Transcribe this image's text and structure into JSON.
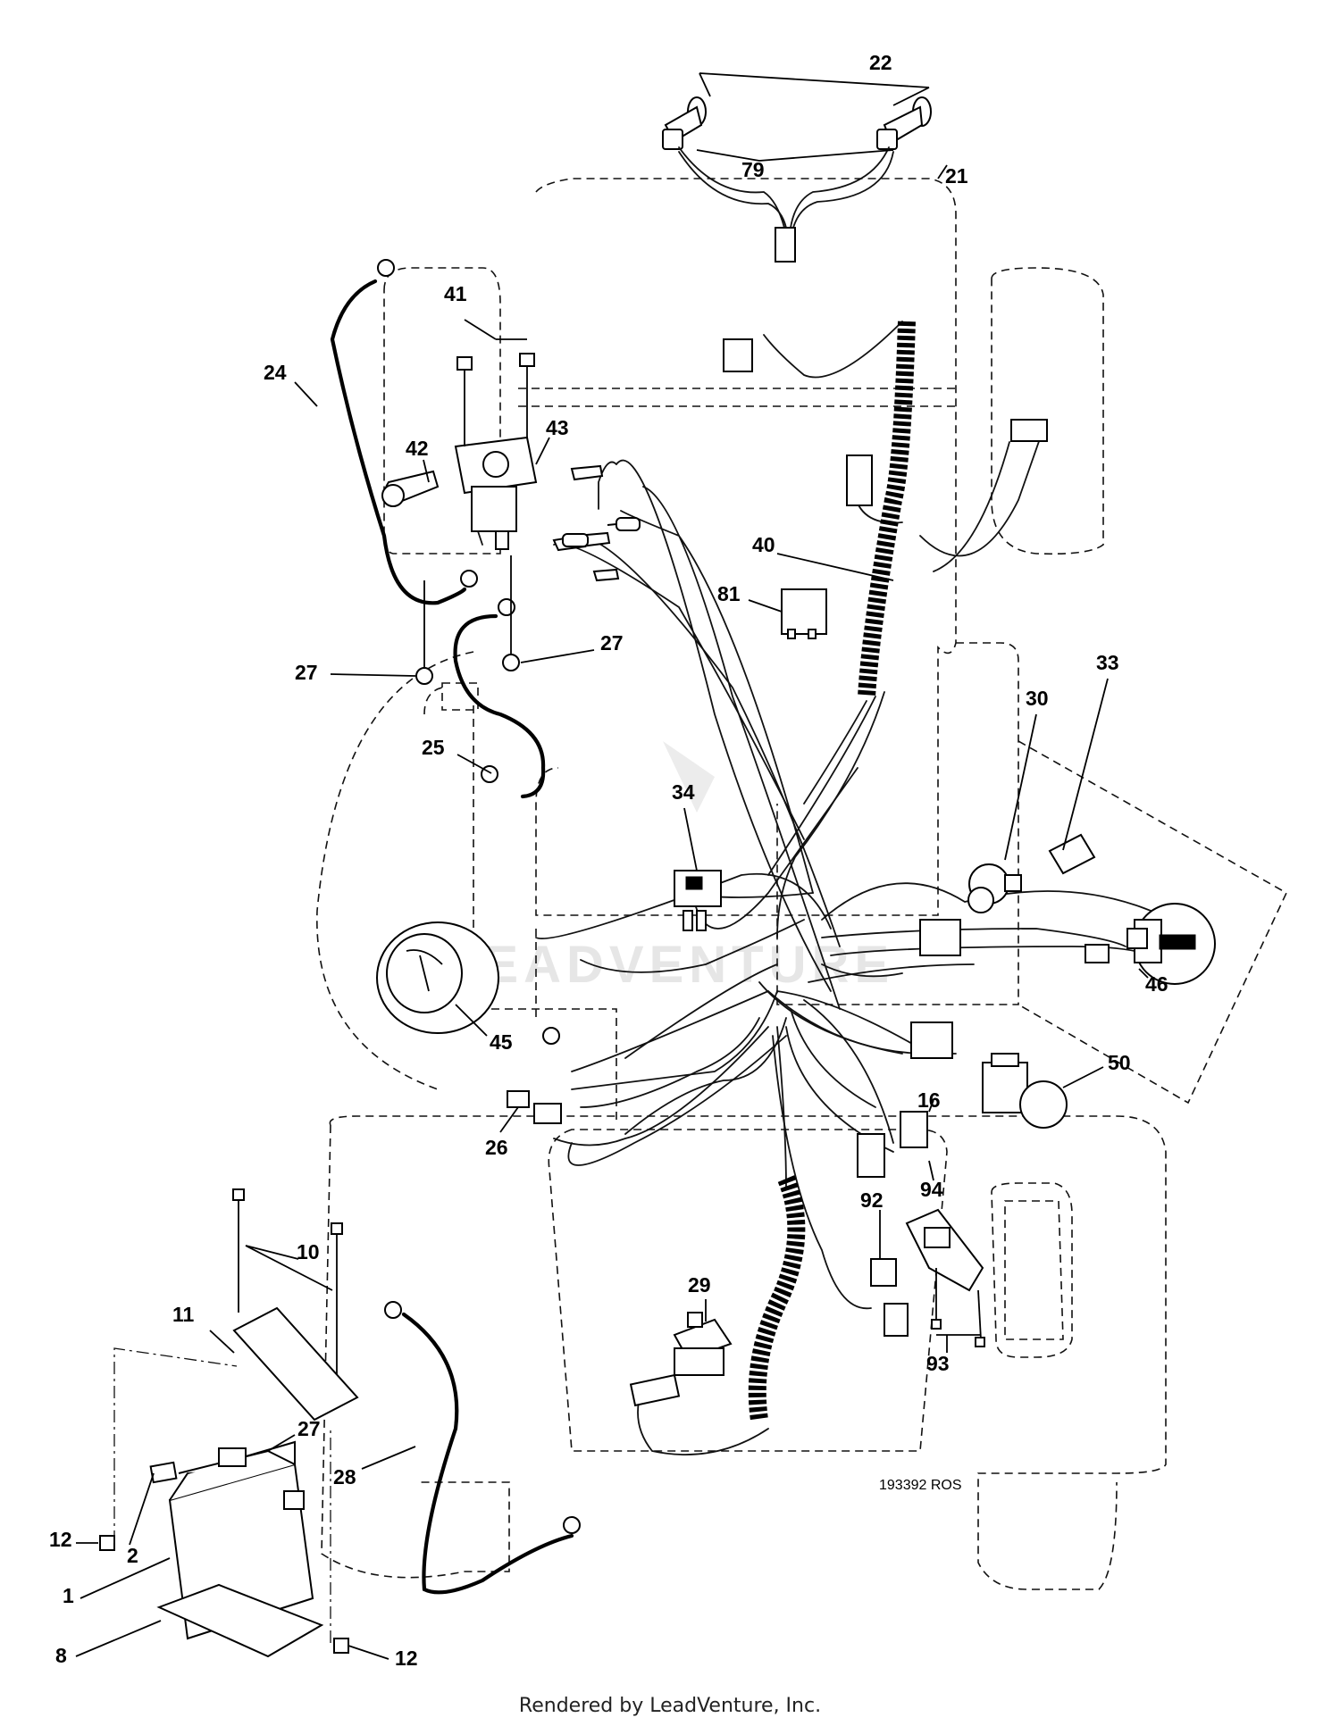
{
  "callouts": [
    "22",
    "79",
    "21",
    "41",
    "24",
    "43",
    "42",
    "40",
    "81",
    "27",
    "27",
    "33",
    "30",
    "25",
    "34",
    "46",
    "45",
    "50",
    "16",
    "26",
    "94",
    "92",
    "10",
    "11",
    "29",
    "93",
    "27",
    "28",
    "12",
    "2",
    "1",
    "8",
    "12"
  ],
  "drawing_number": "193392 ROS",
  "watermark": "LEADVENTURE",
  "footer": "Rendered by LeadVenture, Inc."
}
